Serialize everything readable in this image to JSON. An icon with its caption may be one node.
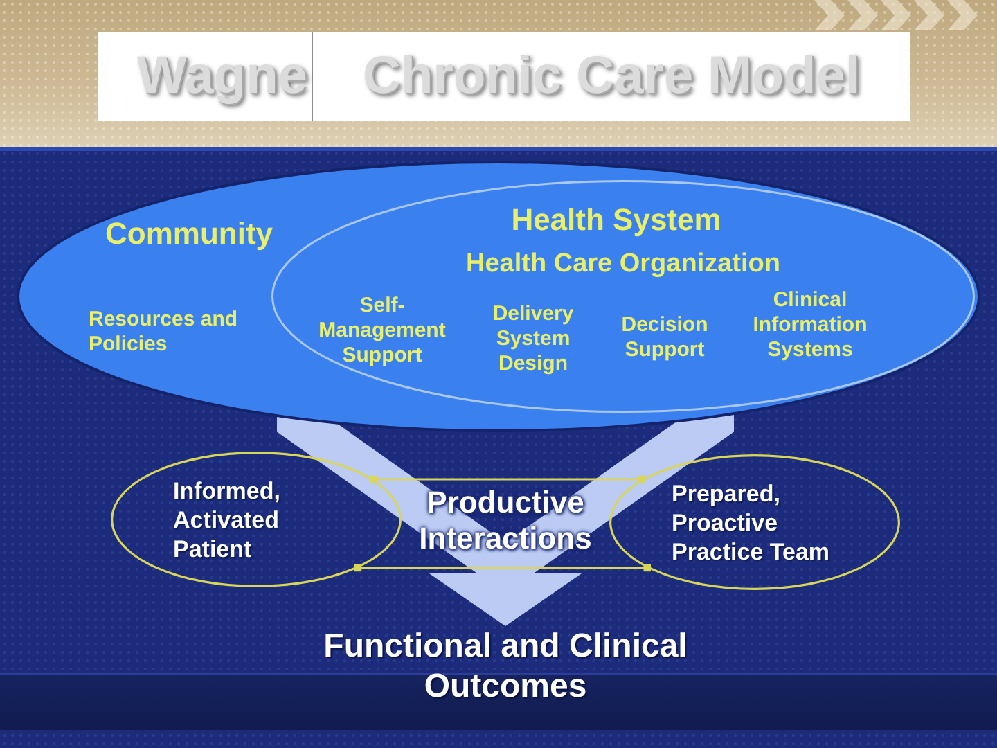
{
  "diagram": {
    "title": "Chronic Care Model",
    "nodes": [
      {
        "text": [
          "Community",
          "Resources and Policies"
        ]
      },
      {
        "text": [
          "Health System",
          "Health Care Organization",
          "Self-Management Support",
          "Delivery System Design",
          "Decision Support",
          "Clinical Information Systems"
        ],
        "in": 0
      },
      {
        "text": [
          "Informed, Activated Patient"
        ]
      },
      {
        "text": [
          "Prepared, Proactive Practice Team"
        ]
      },
      {
        "text": [
          "Functional and Clinical Outcomes"
        ]
      }
    ],
    "edges": [
      {
        "from": 0,
        "to": 4,
        "arrow": "to",
        "style": "thick",
        "color": "#bccbf3"
      },
      {
        "from": 2,
        "to": 3,
        "arrow": "other"
      },
      {
        "from": 2,
        "to": 3,
        "arrow": "other"
      }
    ],
    "labels": [
      "Wagne",
      "Productive Interactions"
    ]
  }
}
